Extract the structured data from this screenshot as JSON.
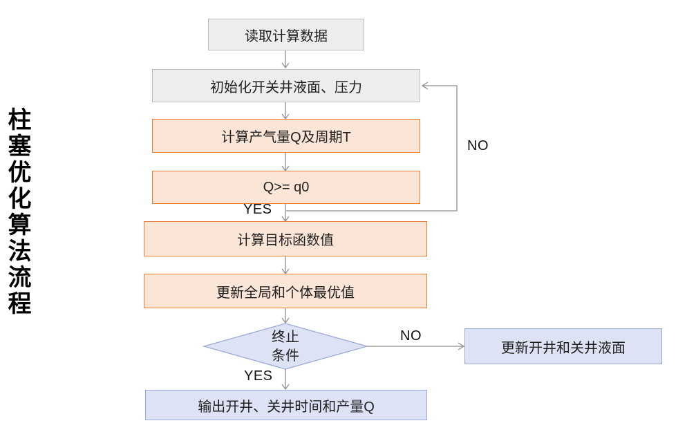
{
  "title": {
    "text": "柱塞优化算法流程"
  },
  "nodes": {
    "read_data": {
      "label": "读取计算数据"
    },
    "init": {
      "label": "初始化开关井液面、压力"
    },
    "calc_q": {
      "label": "计算产气量Q及周期T"
    },
    "condition_q": {
      "label": "Q>= q0"
    },
    "calc_objective": {
      "label": "计算目标函数值"
    },
    "update_best": {
      "label": "更新全局和个体最优值"
    },
    "terminate": {
      "label_line1": "终止",
      "label_line2": "条件"
    },
    "update_levels": {
      "label": "更新开井和关井液面"
    },
    "output": {
      "label": "输出开井、关井时间和产量Q"
    }
  },
  "edge_labels": {
    "yes_after_condition": "YES",
    "no_feedback_loop": "NO",
    "no_terminate": "NO",
    "yes_terminate": "YES"
  },
  "colors": {
    "gray_fill": "#ededed",
    "gray_border": "#bfbfbf",
    "orange_fill": "#fbe5d6",
    "orange_border": "#ed7d31",
    "blue_fill": "#dde3f4",
    "blue_border": "#9aaad8",
    "arrow": "#8f8f8f"
  }
}
